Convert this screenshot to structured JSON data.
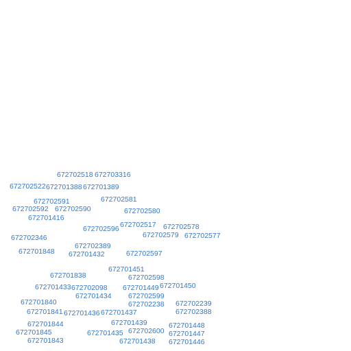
{
  "map": {
    "label_color": "#3377cc",
    "background": "#ffffff",
    "labels": [
      "672702518",
      "672703316",
      "672702522",
      "672701388",
      "672701389",
      "672702591",
      "672702581",
      "672702592",
      "672702590",
      "672702580",
      "672701416",
      "672702517",
      "672702578",
      "672702596",
      "672702579",
      "672702577",
      "672702346",
      "672702389",
      "672701848",
      "672701432",
      "672702597",
      "672701451",
      "672701838",
      "672702598",
      "672701450",
      "672701433",
      "672702098",
      "672701449",
      "672701434",
      "672702599",
      "672701840",
      "672702238",
      "672702239",
      "672701841",
      "672701436",
      "672701437",
      "672702388",
      "672701844",
      "672701439",
      "672701448",
      "672701845",
      "672701435",
      "672702600",
      "672701447",
      "672701843",
      "672701438",
      "672701446"
    ]
  }
}
